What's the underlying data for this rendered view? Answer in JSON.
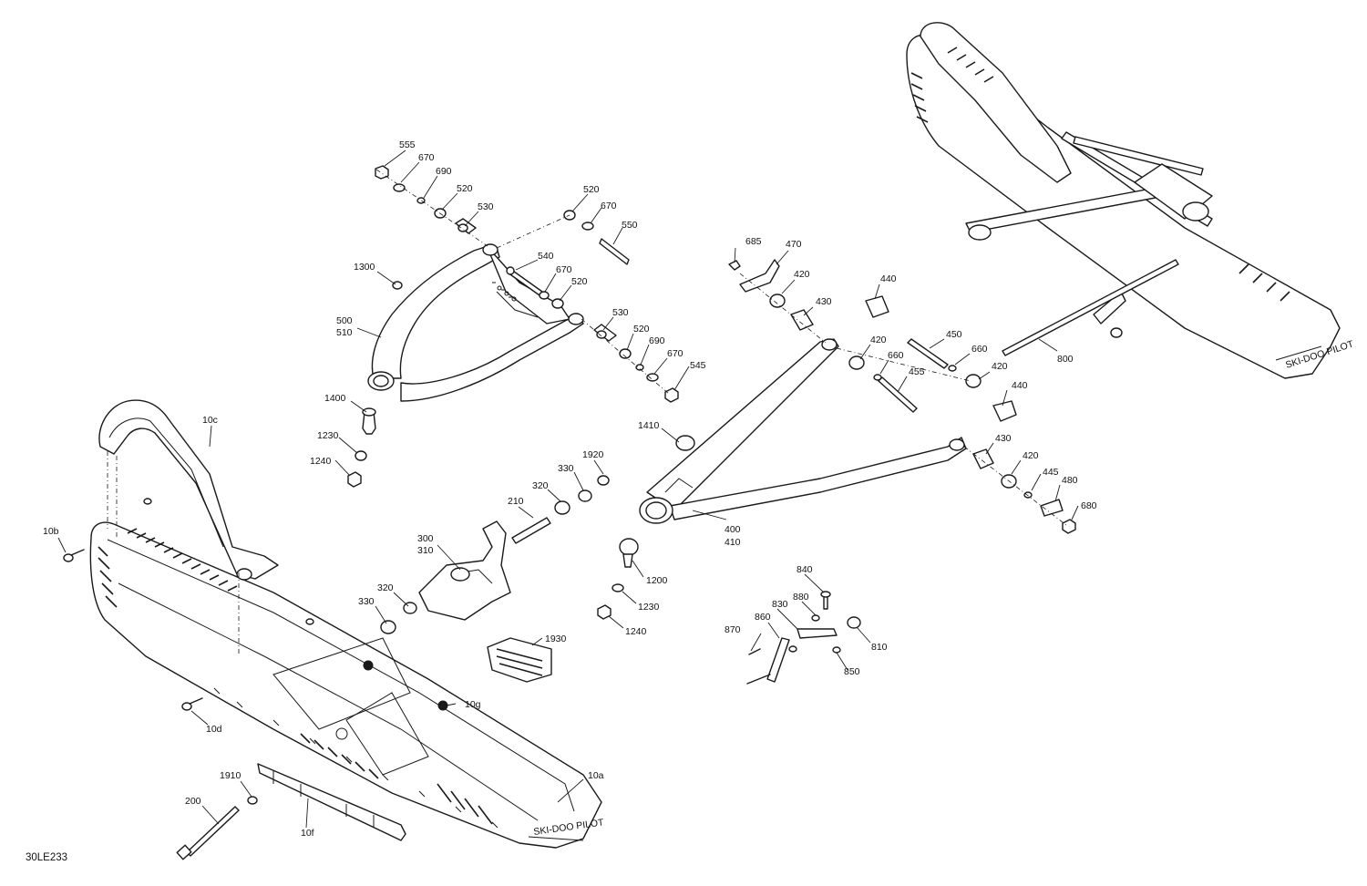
{
  "drawing_id": "30LE233",
  "callouts": [
    {
      "id": "c555",
      "text": "555"
    },
    {
      "id": "c670a",
      "text": "670"
    },
    {
      "id": "c690a",
      "text": "690"
    },
    {
      "id": "c520a",
      "text": "520"
    },
    {
      "id": "c530a",
      "text": "530"
    },
    {
      "id": "c520b",
      "text": "520"
    },
    {
      "id": "c670b",
      "text": "670"
    },
    {
      "id": "c550",
      "text": "550"
    },
    {
      "id": "c540",
      "text": "540"
    },
    {
      "id": "c670c",
      "text": "670"
    },
    {
      "id": "c520c",
      "text": "520"
    },
    {
      "id": "c1300",
      "text": "1300"
    },
    {
      "id": "c500",
      "text": "500"
    },
    {
      "id": "c510",
      "text": "510"
    },
    {
      "id": "c530b",
      "text": "530"
    },
    {
      "id": "c520d",
      "text": "520"
    },
    {
      "id": "c690b",
      "text": "690"
    },
    {
      "id": "c670d",
      "text": "670"
    },
    {
      "id": "c545",
      "text": "545"
    },
    {
      "id": "c1400",
      "text": "1400"
    },
    {
      "id": "c1230a",
      "text": "1230"
    },
    {
      "id": "c1240a",
      "text": "1240"
    },
    {
      "id": "c10c",
      "text": "10c"
    },
    {
      "id": "c10b",
      "text": "10b"
    },
    {
      "id": "c685",
      "text": "685"
    },
    {
      "id": "c470",
      "text": "470"
    },
    {
      "id": "c420a",
      "text": "420"
    },
    {
      "id": "c430a",
      "text": "430"
    },
    {
      "id": "c440a",
      "text": "440"
    },
    {
      "id": "c420b",
      "text": "420"
    },
    {
      "id": "c450",
      "text": "450"
    },
    {
      "id": "c660a",
      "text": "660"
    },
    {
      "id": "c660b",
      "text": "660"
    },
    {
      "id": "c455",
      "text": "455"
    },
    {
      "id": "c420c",
      "text": "420"
    },
    {
      "id": "c440b",
      "text": "440"
    },
    {
      "id": "c800",
      "text": "800"
    },
    {
      "id": "c1410",
      "text": "1410"
    },
    {
      "id": "c1920",
      "text": "1920"
    },
    {
      "id": "c330a",
      "text": "330"
    },
    {
      "id": "c320a",
      "text": "320"
    },
    {
      "id": "c210",
      "text": "210"
    },
    {
      "id": "c300",
      "text": "300"
    },
    {
      "id": "c310",
      "text": "310"
    },
    {
      "id": "c430b",
      "text": "430"
    },
    {
      "id": "c420d",
      "text": "420"
    },
    {
      "id": "c445",
      "text": "445"
    },
    {
      "id": "c480",
      "text": "480"
    },
    {
      "id": "c680",
      "text": "680"
    },
    {
      "id": "c400",
      "text": "400"
    },
    {
      "id": "c410",
      "text": "410"
    },
    {
      "id": "c1200",
      "text": "1200"
    },
    {
      "id": "c1230b",
      "text": "1230"
    },
    {
      "id": "c1240b",
      "text": "1240"
    },
    {
      "id": "c320b",
      "text": "320"
    },
    {
      "id": "c330b",
      "text": "330"
    },
    {
      "id": "c1930",
      "text": "1930"
    },
    {
      "id": "c840",
      "text": "840"
    },
    {
      "id": "c880",
      "text": "880"
    },
    {
      "id": "c830",
      "text": "830"
    },
    {
      "id": "c860",
      "text": "860"
    },
    {
      "id": "c870",
      "text": "870"
    },
    {
      "id": "c810",
      "text": "810"
    },
    {
      "id": "c850",
      "text": "850"
    },
    {
      "id": "c10d",
      "text": "10d"
    },
    {
      "id": "c10g",
      "text": "10g"
    },
    {
      "id": "c1910",
      "text": "1910"
    },
    {
      "id": "c200",
      "text": "200"
    },
    {
      "id": "c10f",
      "text": "10f"
    },
    {
      "id": "c10a",
      "text": "10a"
    }
  ]
}
